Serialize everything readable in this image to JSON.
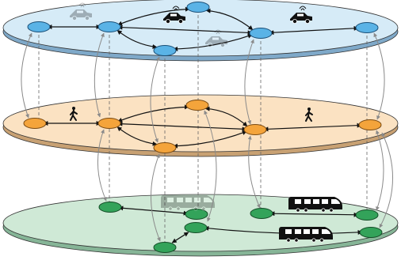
{
  "diagram": {
    "type": "multilayer-network",
    "layers": [
      {
        "id": "top",
        "theme": "vehicles",
        "colors": {
          "fill": "#d6ebf7",
          "edge": "#7fa9c9",
          "node": "#5ab3e6",
          "node_stroke": "#1a4f77"
        },
        "icons": [
          {
            "name": "car-icon",
            "faded": true
          },
          {
            "name": "car-icon",
            "faded": false
          },
          {
            "name": "car-icon",
            "faded": true
          },
          {
            "name": "car-icon",
            "faded": false
          }
        ]
      },
      {
        "id": "middle",
        "theme": "pedestrians",
        "colors": {
          "fill": "#fbe2c2",
          "edge": "#c8a173",
          "node": "#f4a43b",
          "node_stroke": "#7a4a12"
        },
        "icons": [
          {
            "name": "walking-person-icon",
            "faded": false
          },
          {
            "name": "walking-person-icon",
            "faded": false
          }
        ]
      },
      {
        "id": "bottom",
        "theme": "trains",
        "colors": {
          "fill": "#cfe9d6",
          "edge": "#86b597",
          "node": "#33a35a",
          "node_stroke": "#144d27"
        },
        "icons": [
          {
            "name": "train-icon",
            "faded": true
          },
          {
            "name": "train-icon",
            "faded": false
          },
          {
            "name": "train-icon",
            "faded": false
          }
        ]
      }
    ],
    "connector_color": "#8a8a8a",
    "inlayer_edge_color": "#111111"
  }
}
